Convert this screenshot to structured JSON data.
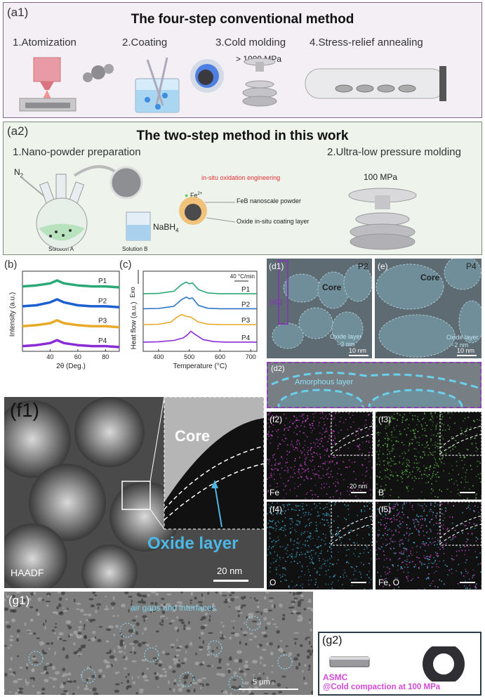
{
  "a1": {
    "tag": "(a1)",
    "title": "The four-step conventional method",
    "steps": [
      "1.Atomization",
      "2.Coating",
      "3.Cold molding",
      "4.Stress-relief annealing"
    ],
    "pressure": "> 1000 MPa"
  },
  "a2": {
    "tag": "(a2)",
    "title": "The two-step method in this work",
    "steps": [
      "1.Nano-powder preparation",
      "2.Ultra-low pressure molding"
    ],
    "gas": "N",
    "gas_sub": "2",
    "reagent": "NaBH",
    "reagent_sub": "4",
    "solution_a": "Solution A",
    "solution_b": "Solution B",
    "engineering": "in-situ oxidation engineering",
    "ion": "Fe",
    "ion_sup": "2+",
    "powder": "FeB nanoscale powder",
    "coating": "Oxide in-situ coating layer",
    "pressure": "100 MPa"
  },
  "b": {
    "tag": "(b)",
    "ylabel": "Intensity (a.u.)",
    "xlabel": "2θ (Deg.)",
    "xticks": [
      "40",
      "60",
      "80"
    ],
    "series": [
      "P1",
      "P2",
      "P3",
      "P4"
    ]
  },
  "c": {
    "tag": "(c)",
    "ylabel": "Heat flow (a.u.)",
    "exo": "Exo",
    "rate": "40 °C/min",
    "xlabel": "Temperature (°C)",
    "xticks": [
      "400",
      "500",
      "600",
      "700"
    ],
    "series": [
      "P1",
      "P2",
      "P3",
      "P4"
    ]
  },
  "d1": {
    "tag": "(d1)",
    "sample": "P2",
    "core": "Core",
    "inset": "(d2)",
    "oxide": "Oxide layer",
    "thick": "~2 nm",
    "scale": "10 nm"
  },
  "e": {
    "tag": "(e)",
    "sample": "P4",
    "core": "Core",
    "oxide": "Oxide layer",
    "thick": "~2 nm",
    "scale": "10 nm"
  },
  "d2": {
    "tag": "(d2)",
    "label": "Amorphous layer"
  },
  "f1": {
    "tag": "(f1)",
    "core": "Core",
    "oxide": "Oxide layer",
    "mode": "HAADF",
    "scale": "20 nm"
  },
  "f2": {
    "tag": "(f2)",
    "element": "Fe",
    "scale": "20 nm"
  },
  "f3": {
    "tag": "(f3)",
    "element": "B"
  },
  "f4": {
    "tag": "(f4)",
    "element": "O"
  },
  "f5": {
    "tag": "(f5)",
    "element": "Fe, O"
  },
  "g1": {
    "tag": "(g1)",
    "annotation": "air gaps and interfaces",
    "scale": "5 μm"
  },
  "g2": {
    "tag": "(g2)",
    "line1": "ASMC",
    "line2": "@Cold compaction at 100 MPa"
  },
  "colors": {
    "p1": "#2aa876",
    "p2": "#1c5fd1",
    "p3": "#e8a928",
    "p4": "#8a2bd6",
    "dsc2": "#2a74c9",
    "magenta": "#d24ad6",
    "cyan": "#48b4d8",
    "purple": "#7a3fa8"
  },
  "chart_data": [
    {
      "type": "line",
      "title": "",
      "xlabel": "2θ (Deg.)",
      "ylabel": "Intensity (a.u.)",
      "xlim": [
        20,
        90
      ],
      "series": [
        {
          "name": "P1",
          "x": [
            20,
            30,
            40,
            45,
            50,
            60,
            70,
            80,
            90
          ],
          "y": [
            3.05,
            3.1,
            3.2,
            3.35,
            3.2,
            3.1,
            3.05,
            3.05,
            3.0
          ]
        },
        {
          "name": "P2",
          "x": [
            20,
            30,
            40,
            45,
            50,
            60,
            70,
            80,
            90
          ],
          "y": [
            2.05,
            2.1,
            2.25,
            2.4,
            2.25,
            2.1,
            2.05,
            2.05,
            2.0
          ]
        },
        {
          "name": "P3",
          "x": [
            20,
            30,
            40,
            45,
            50,
            60,
            70,
            80,
            90
          ],
          "y": [
            1.05,
            1.1,
            1.2,
            1.35,
            1.2,
            1.1,
            1.05,
            1.05,
            1.0
          ]
        },
        {
          "name": "P4",
          "x": [
            20,
            30,
            40,
            45,
            50,
            60,
            70,
            80,
            90
          ],
          "y": [
            0.05,
            0.1,
            0.2,
            0.35,
            0.2,
            0.1,
            0.05,
            0.05,
            0.0
          ]
        }
      ]
    },
    {
      "type": "line",
      "title": "",
      "xlabel": "Temperature (°C)",
      "ylabel": "Heat flow (a.u.)",
      "xlim": [
        350,
        720
      ],
      "series": [
        {
          "name": "P1",
          "x": [
            350,
            400,
            450,
            475,
            490,
            500,
            510,
            530,
            560,
            600,
            650,
            720
          ],
          "y": [
            3.2,
            3.22,
            3.35,
            3.75,
            3.9,
            3.8,
            3.85,
            3.45,
            3.25,
            3.2,
            3.2,
            3.2
          ]
        },
        {
          "name": "P2",
          "x": [
            350,
            400,
            450,
            475,
            490,
            500,
            510,
            530,
            560,
            600,
            650,
            720
          ],
          "y": [
            2.3,
            2.32,
            2.45,
            2.85,
            3.0,
            2.9,
            2.95,
            2.5,
            2.33,
            2.3,
            2.3,
            2.3
          ]
        },
        {
          "name": "P3",
          "x": [
            350,
            400,
            440,
            460,
            475,
            490,
            505,
            530,
            560,
            600,
            650,
            720
          ],
          "y": [
            1.35,
            1.37,
            1.5,
            1.8,
            1.95,
            1.85,
            1.8,
            1.5,
            1.38,
            1.35,
            1.35,
            1.35
          ]
        },
        {
          "name": "P4",
          "x": [
            350,
            400,
            450,
            480,
            495,
            505,
            520,
            545,
            580,
            620,
            660,
            720
          ],
          "y": [
            0.3,
            0.32,
            0.4,
            0.55,
            0.75,
            0.95,
            0.75,
            0.45,
            0.33,
            0.3,
            0.3,
            0.3
          ]
        }
      ]
    }
  ]
}
